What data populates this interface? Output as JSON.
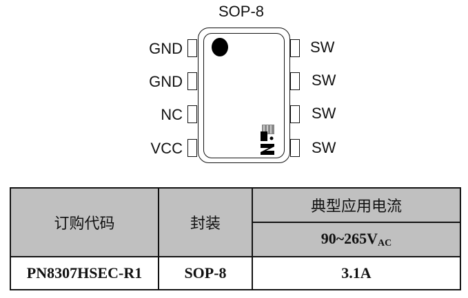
{
  "package": {
    "title": "SOP-8",
    "left_pins": [
      "GND",
      "GND",
      "NC",
      "VCC"
    ],
    "right_pins": [
      "SW",
      "SW",
      "SW",
      "SW"
    ],
    "logo_icon": "manufacturer-logo"
  },
  "table": {
    "headers": {
      "order_code": "订购代码",
      "package": "封装",
      "typical_current": "典型应用电流",
      "voltage_range": "90~265V",
      "voltage_sub": "AC"
    },
    "rows": [
      {
        "order_code": "PN8307HSEC-R1",
        "package": "SOP-8",
        "current": "3.1A"
      }
    ],
    "header_bg": "#c0c0c0"
  }
}
